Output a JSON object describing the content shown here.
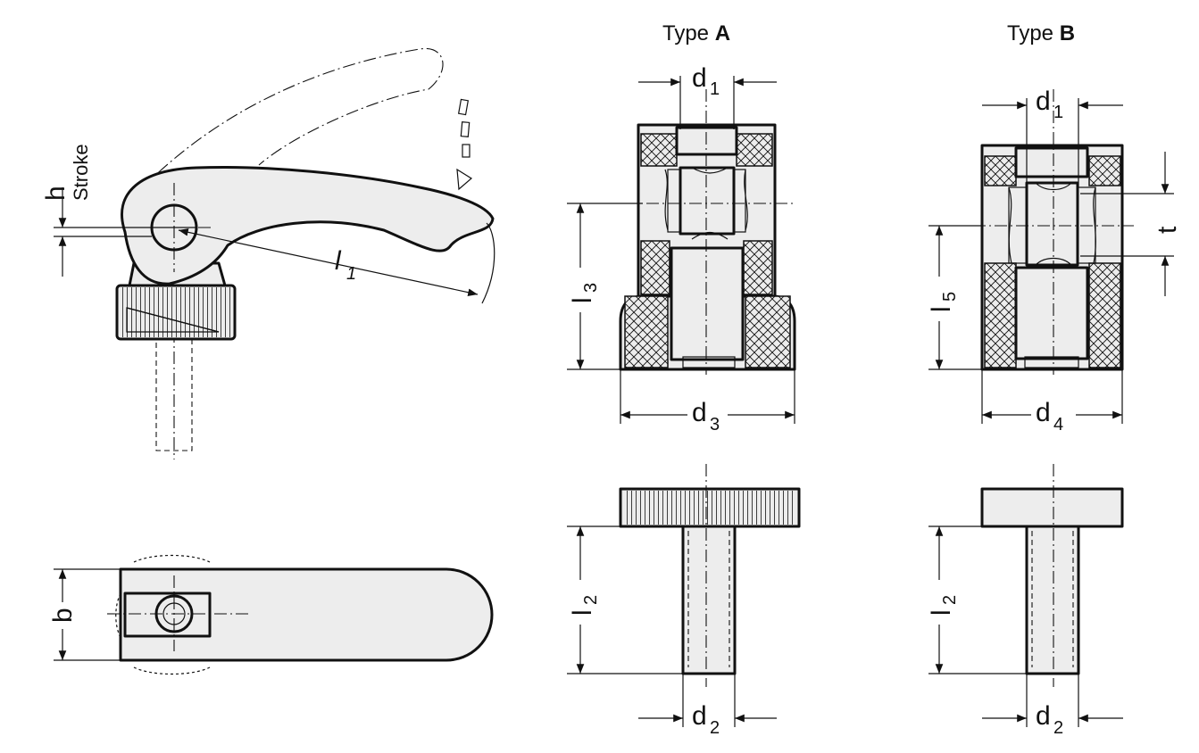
{
  "titles": {
    "type_a_prefix": "Type ",
    "type_a_letter": "A",
    "type_b_prefix": "Type ",
    "type_b_letter": "B"
  },
  "labels": {
    "stroke": "Stroke",
    "h": "h",
    "l1": "l",
    "l1_sub": "1",
    "b": "b",
    "d1": "d",
    "d1_sub": "1",
    "d2": "d",
    "d2_sub": "2",
    "d3": "d",
    "d3_sub": "3",
    "d4": "d",
    "d4_sub": "4",
    "l2": "l",
    "l2_sub": "2",
    "l3": "l",
    "l3_sub": "3",
    "l5": "l",
    "l5_sub": "5",
    "t": "t"
  },
  "colors": {
    "line": "#111111",
    "fill": "#ededed",
    "background": "#ffffff"
  }
}
